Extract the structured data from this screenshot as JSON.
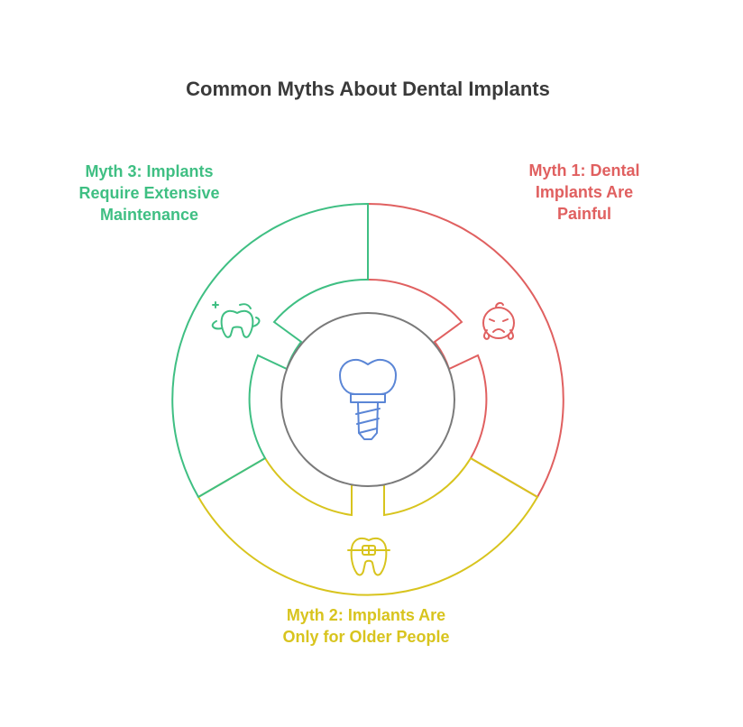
{
  "title": "Common Myths About Dental Implants",
  "colors": {
    "myth1": "#e06060",
    "myth2": "#d8c41e",
    "myth3": "#3fbf83",
    "center": "#7a7a7a",
    "implant": "#5b86d6",
    "title": "#3a3a3a"
  },
  "center_icon": "dental-implant-icon",
  "segments": [
    {
      "id": "myth1",
      "lines": [
        "Myth 1: Dental",
        "Implants Are",
        "Painful"
      ],
      "icon": "crying-face-icon"
    },
    {
      "id": "myth2",
      "lines": [
        "Myth 2: Implants Are",
        "Only for Older People"
      ],
      "icon": "tooth-braces-icon"
    },
    {
      "id": "myth3",
      "lines": [
        "Myth 3: Implants",
        "Require Extensive",
        "Maintenance"
      ],
      "icon": "clean-tooth-icon"
    }
  ]
}
